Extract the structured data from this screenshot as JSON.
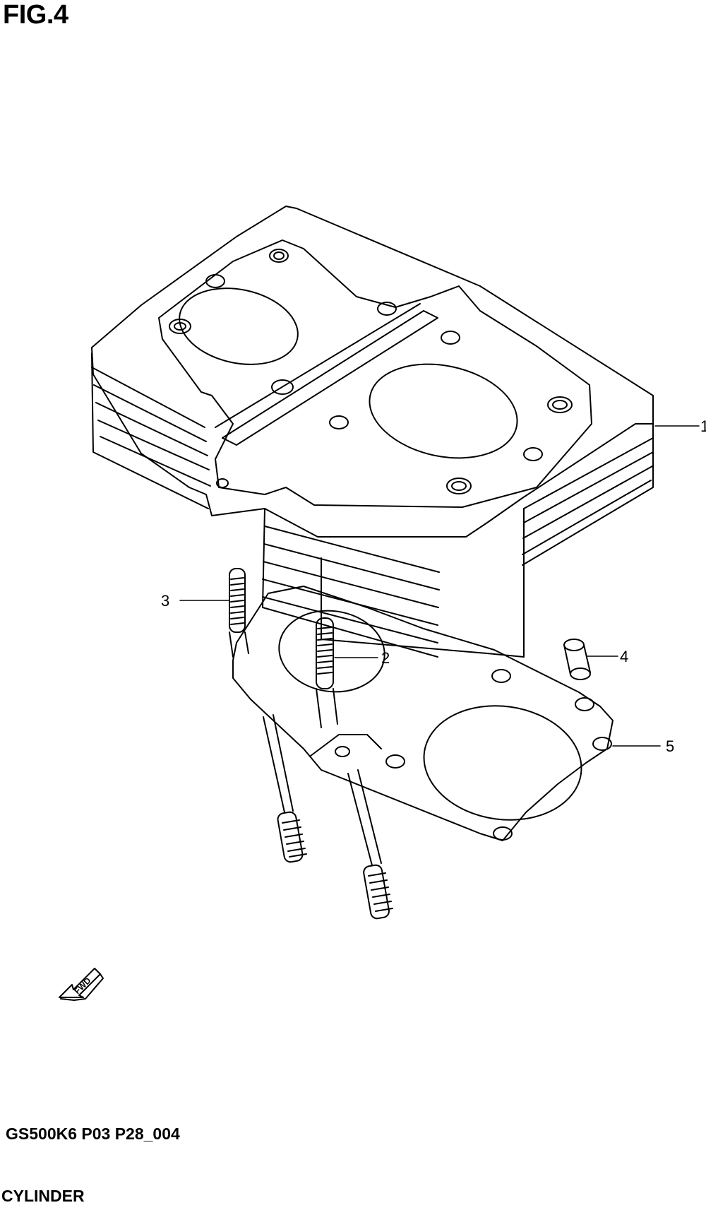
{
  "figure_label": "FIG.4",
  "model_code": "GS500K6 P03 P28_004",
  "section_name": "CYLINDER",
  "fwd_label": "FWD",
  "callouts": [
    "1",
    "2",
    "3",
    "4",
    "5"
  ]
}
